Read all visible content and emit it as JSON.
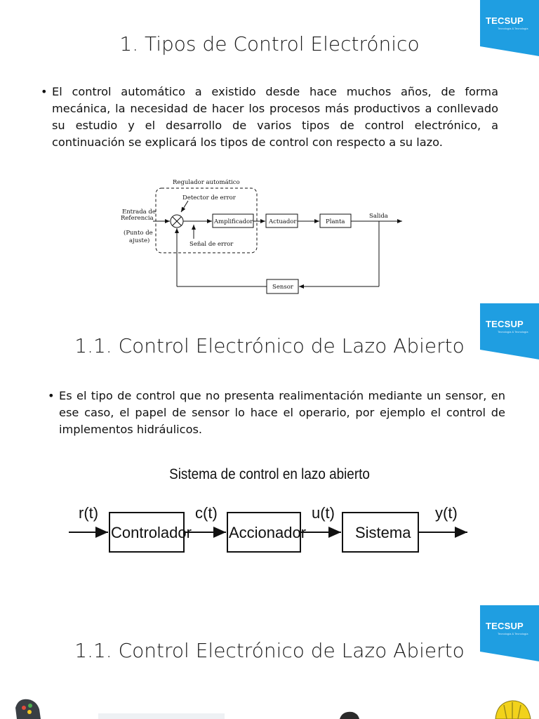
{
  "brand": {
    "logo": "TECSUP",
    "tagline": "Tecnología & Tecnología",
    "badge_color": "#1f9ee1"
  },
  "slide1": {
    "title": "1. Tipos de Control Electrónico",
    "bullet": "El control automático a existido desde hace muchos años, de forma mecánica, la necesidad de hacer los procesos más productivos a conllevado su estudio y el desarrollo de varios tipos de control electrónico, a continuación se explicará los tipos de control con respecto a su lazo.",
    "diagram": {
      "regulador": "Regulador automático",
      "detector": "Detector de error",
      "entrada_1": "Entrada de",
      "entrada_2": "Referencia",
      "punto_1": "(Punto de",
      "punto_2": "ajuste)",
      "amplificador": "Amplificador",
      "actuador": "Actuador",
      "planta": "Planta",
      "salida": "Salida",
      "senal_error": "Señal de error",
      "sensor": "Sensor"
    }
  },
  "slide2": {
    "title": "1.1. Control Electrónico de Lazo Abierto",
    "bullet": "Es el tipo de control que no presenta realimentación mediante un sensor, en ese caso, el papel de sensor lo hace el operario, por ejemplo el control de implementos hidráulicos.",
    "diagram": {
      "title": "Sistema de control en lazo abierto",
      "r": "r(t)",
      "controlador": "Controlador",
      "c": "c(t)",
      "accionador": "Accionador",
      "u": "u(t)",
      "sistema": "Sistema",
      "y": "y(t)"
    }
  },
  "slide3": {
    "title": "1.1. Control Electrónico de Lazo Abierto"
  }
}
